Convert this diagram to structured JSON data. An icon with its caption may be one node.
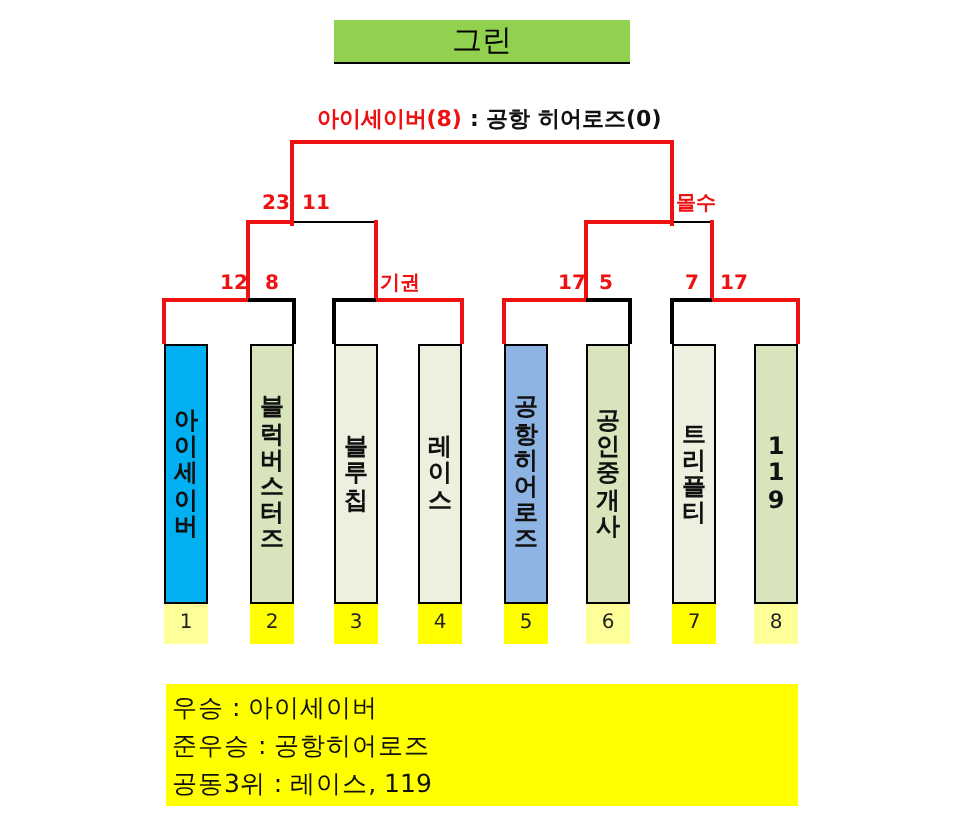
{
  "diagram": {
    "title": "그린",
    "nodes": [
      {
        "text": [
          "아이세이버"
        ]
      },
      {
        "text": [
          "블럭버스터즈"
        ]
      },
      {
        "text": [
          "블루칩"
        ]
      },
      {
        "text": [
          "레이스"
        ]
      },
      {
        "text": [
          "공항히어로즈"
        ]
      },
      {
        "text": [
          "공인중개사"
        ]
      },
      {
        "text": [
          "트리플티"
        ]
      },
      {
        "text": [
          "119"
        ]
      },
      {
        "text": [
          "1"
        ]
      },
      {
        "text": [
          "2"
        ]
      },
      {
        "text": [
          "3"
        ]
      },
      {
        "text": [
          "4"
        ]
      },
      {
        "text": [
          "5"
        ]
      },
      {
        "text": [
          "6"
        ]
      },
      {
        "text": [
          "7"
        ]
      },
      {
        "text": [
          "8"
        ]
      },
      {
        "text": [
          "우승 : 아이세이버",
          "준우승 : 공항히어로즈",
          "공동3위 : 레이스, 119"
        ]
      }
    ],
    "edges": [
      {
        "from": 0,
        "to": 1,
        "arrow": "none"
      },
      {
        "from": 2,
        "to": 3,
        "arrow": "none"
      },
      {
        "from": 4,
        "to": 5,
        "arrow": "none"
      },
      {
        "from": 6,
        "to": 7,
        "arrow": "none"
      }
    ],
    "labels": [
      "아이세이버(8)",
      ": 공항 히어로즈(0)",
      "23",
      "11",
      "몰수",
      "12",
      "8",
      "기권",
      "17",
      "5",
      "7",
      "17"
    ]
  }
}
